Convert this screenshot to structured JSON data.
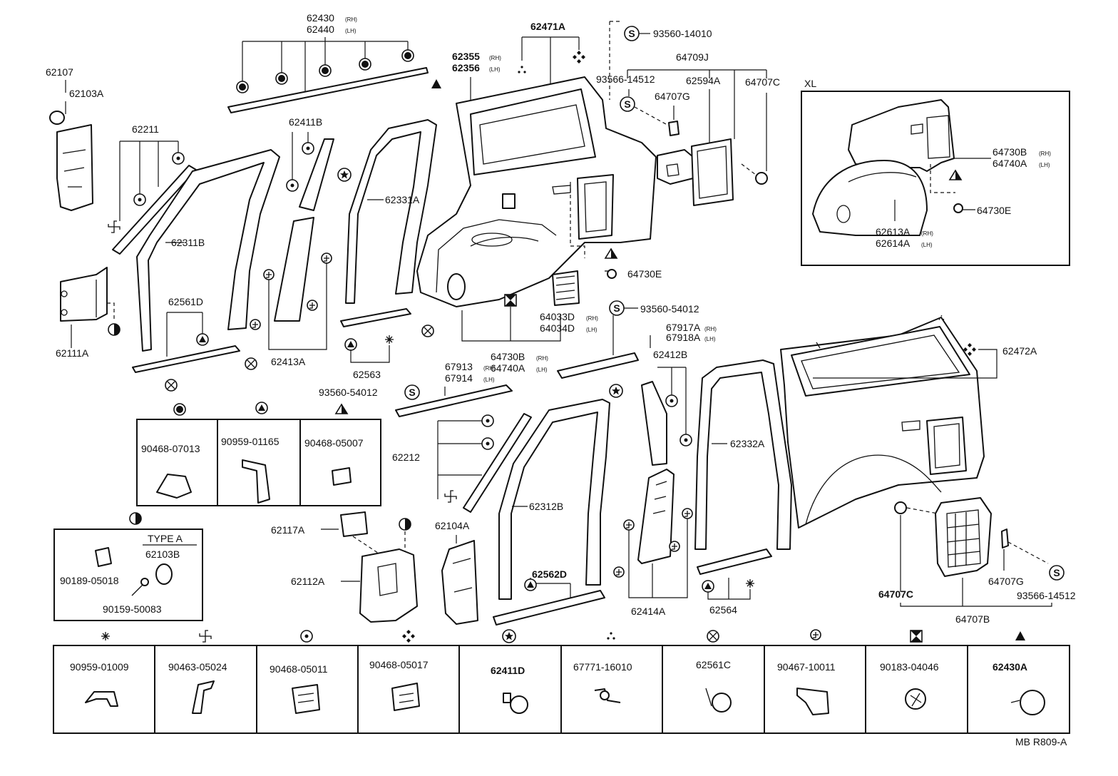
{
  "drawing_ref": "MB R809-A",
  "callouts": {
    "c62107": "62107",
    "c62103A": "62103A",
    "c62211": "62211",
    "c62111A": "62111A",
    "c62311B": "62311B",
    "c62561D": "62561D",
    "c62430": "62430",
    "c62440": "62440",
    "c62411B": "62411B",
    "c62413A": "62413A",
    "c62331A": "62331A",
    "c62563": "62563",
    "c62355": "62355",
    "c62356": "62356",
    "c62471A": "62471A",
    "c93560_14010": "93560-14010",
    "c93566_14512_top": "93566-14512",
    "c64709J": "64709J",
    "c62594A": "62594A",
    "c64707C_top": "64707C",
    "c64707G_top": "64707G",
    "c64730E_mid": "64730E",
    "c64033D": "64033D",
    "c64034D": "64034D",
    "c64730B": "64730B",
    "c64740A": "64740A",
    "c93560_54012_a": "93560-54012",
    "c67917A": "67917A",
    "c67918A": "67918A",
    "c67913": "67913",
    "c67914": "67914",
    "c93560_54012_b": "93560-54012",
    "c62212": "62212",
    "c62312B": "62312B",
    "c62562D": "62562D",
    "c62412B": "62412B",
    "c62332A": "62332A",
    "c62414A": "62414A",
    "c62564": "62564",
    "c62472A": "62472A",
    "c64707C_bot": "64707C",
    "c64707G_bot": "64707G",
    "c93566_14512_bot": "93566-14512",
    "c64707B": "64707B",
    "c62117A": "62117A",
    "c62112A": "62112A",
    "c62104A": "62104A",
    "rh": "(RH)",
    "lh": "(LH)"
  },
  "inset_xl": {
    "title": "XL",
    "c64730B": "64730B",
    "c64740A": "64740A",
    "c64730E": "64730E",
    "c62613A": "62613A",
    "c62614A": "62614A"
  },
  "mid_legend": [
    {
      "symbol": "solid-circle",
      "part": "90468-07013"
    },
    {
      "symbol": "triangle-in-circle",
      "part": "90959-01165"
    },
    {
      "symbol": "hatched-triangle",
      "part": "90468-05007"
    }
  ],
  "type_a_box": {
    "symbol": "half-circle",
    "title": "TYPE A",
    "parts": [
      "62103B",
      "90189-05018",
      "90159-50083"
    ]
  },
  "bottom_legend": [
    {
      "symbol": "asterisk",
      "part": "90959-01009"
    },
    {
      "symbol": "pinwheel",
      "part": "90463-05024"
    },
    {
      "symbol": "ring-dot",
      "part": "90468-05011"
    },
    {
      "symbol": "four-diamonds",
      "part": "90468-05017"
    },
    {
      "symbol": "star-circle",
      "part": "62411D"
    },
    {
      "symbol": "three-dots",
      "part": "67771-16010"
    },
    {
      "symbol": "x-circle",
      "part": "62561C"
    },
    {
      "symbol": "swirl-circle",
      "part": "90467-10011"
    },
    {
      "symbol": "hourglass-box",
      "part": "90183-04046"
    },
    {
      "symbol": "filled-triangle",
      "part": "62430A"
    }
  ]
}
